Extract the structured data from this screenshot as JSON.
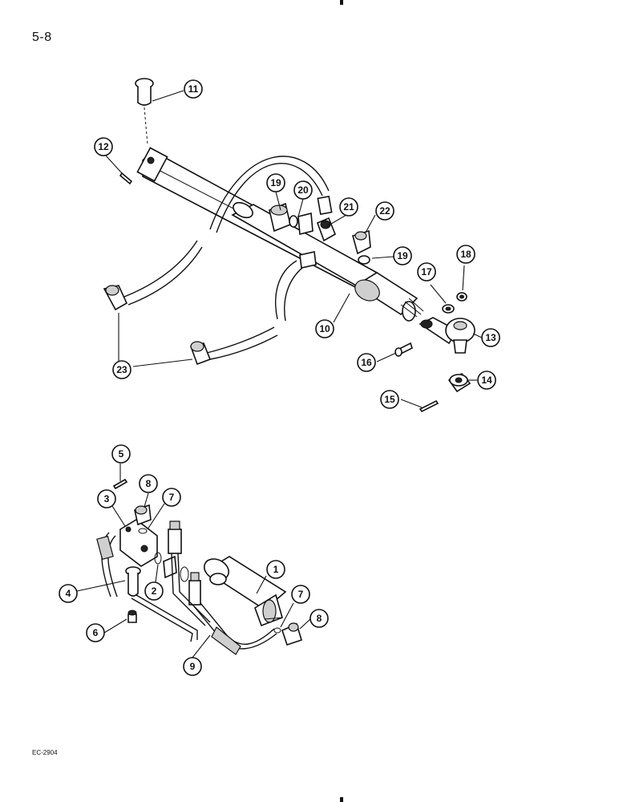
{
  "page": {
    "page_number": "5-8",
    "footer_code": "EC-2904"
  },
  "callouts": [
    {
      "id": "c11",
      "label": "11"
    },
    {
      "id": "c12",
      "label": "12"
    },
    {
      "id": "c19a",
      "label": "19"
    },
    {
      "id": "c20",
      "label": "20"
    },
    {
      "id": "c21",
      "label": "21"
    },
    {
      "id": "c22",
      "label": "22"
    },
    {
      "id": "c19b",
      "label": "19"
    },
    {
      "id": "c17",
      "label": "17"
    },
    {
      "id": "c18",
      "label": "18"
    },
    {
      "id": "c10",
      "label": "10"
    },
    {
      "id": "c13",
      "label": "13"
    },
    {
      "id": "c16",
      "label": "16"
    },
    {
      "id": "c14",
      "label": "14"
    },
    {
      "id": "c15",
      "label": "15"
    },
    {
      "id": "c23",
      "label": "23"
    },
    {
      "id": "c5",
      "label": "5"
    },
    {
      "id": "c8a",
      "label": "8"
    },
    {
      "id": "c3",
      "label": "3"
    },
    {
      "id": "c7a",
      "label": "7"
    },
    {
      "id": "c1",
      "label": "1"
    },
    {
      "id": "c4",
      "label": "4"
    },
    {
      "id": "c2",
      "label": "2"
    },
    {
      "id": "c7b",
      "label": "7"
    },
    {
      "id": "c8b",
      "label": "8"
    },
    {
      "id": "c6",
      "label": "6"
    },
    {
      "id": "c9",
      "label": "9"
    }
  ]
}
